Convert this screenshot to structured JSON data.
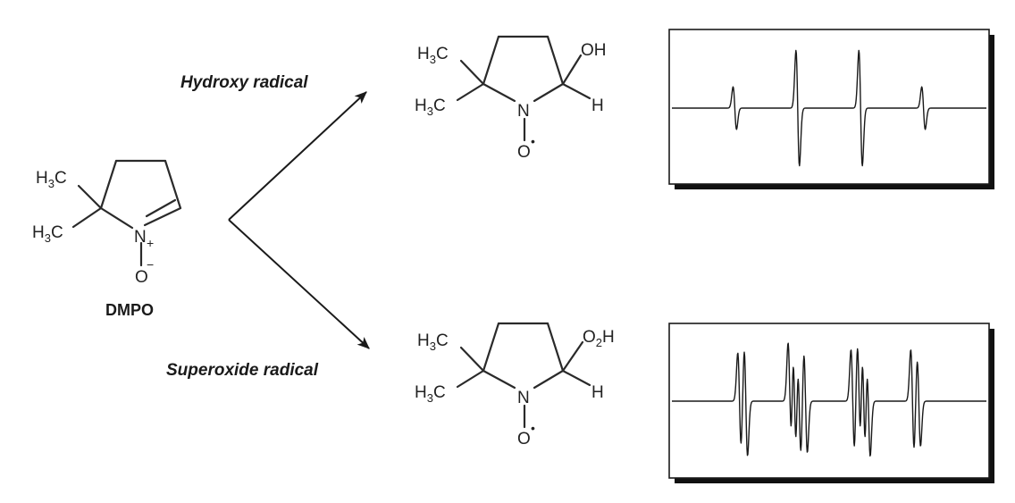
{
  "dmpo": {
    "methyl_top": "H3C",
    "methyl_bottom": "H3C",
    "nitrogen": "N",
    "nitrogen_charge": "+",
    "oxygen": "O",
    "oxygen_charge": "−",
    "name": "DMPO"
  },
  "hydroxy_adduct": {
    "methyl_top": "H3C",
    "methyl_bottom": "H3C",
    "substituent": "OH",
    "hydrogen": "H",
    "nitrogen": "N",
    "oxygen": "O",
    "radical_dot": "•"
  },
  "superoxide_adduct": {
    "methyl_top": "H3C",
    "methyl_bottom": "H3C",
    "substituent": "O2H",
    "hydrogen": "H",
    "nitrogen": "N",
    "oxygen": "O",
    "radical_dot": "•"
  },
  "labels": {
    "hydroxy": "Hydroxy radical",
    "superoxide": "Superoxide radical"
  },
  "spectra": {
    "hydroxy": {
      "pattern": "1:2:2:1 quartet",
      "lines": [
        {
          "position": 0.2,
          "amplitude": 0.35
        },
        {
          "position": 0.4,
          "amplitude": 0.95
        },
        {
          "position": 0.6,
          "amplitude": 0.95
        },
        {
          "position": 0.8,
          "amplitude": 0.35
        }
      ]
    },
    "superoxide": {
      "pattern": "12-line multiplet",
      "lines": [
        {
          "position": 0.215,
          "amplitude": 0.75
        },
        {
          "position": 0.235,
          "amplitude": 0.85
        },
        {
          "position": 0.375,
          "amplitude": 0.9
        },
        {
          "position": 0.39,
          "amplitude": 1.0
        },
        {
          "position": 0.405,
          "amplitude": 0.85
        },
        {
          "position": 0.425,
          "amplitude": 0.8
        },
        {
          "position": 0.575,
          "amplitude": 0.8
        },
        {
          "position": 0.595,
          "amplitude": 0.9
        },
        {
          "position": 0.61,
          "amplitude": 1.0
        },
        {
          "position": 0.625,
          "amplitude": 0.85
        },
        {
          "position": 0.765,
          "amplitude": 0.8
        },
        {
          "position": 0.785,
          "amplitude": 0.7
        }
      ]
    }
  }
}
